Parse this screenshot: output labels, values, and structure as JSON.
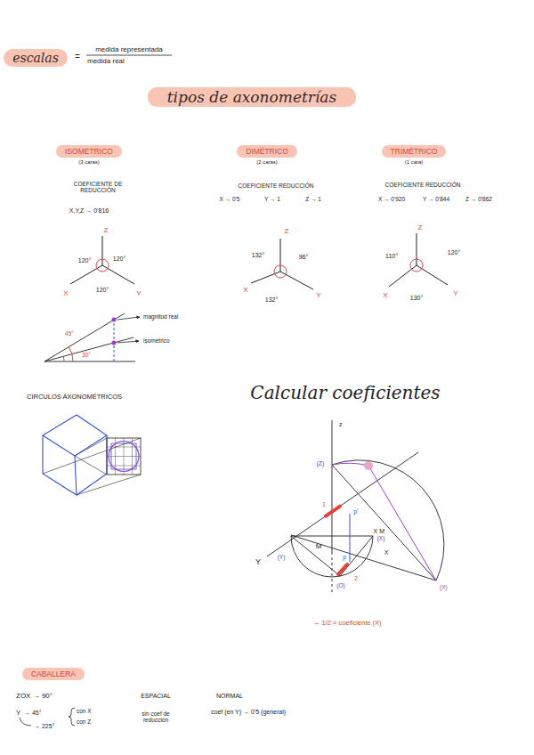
{
  "diagram": {
    "title": "tipos de axonometrías",
    "nodes": [
      {
        "text": [
          "escalas"
        ]
      },
      {
        "text": [
          "ISOMETRICO",
          "(3 caras)"
        ]
      },
      {
        "text": [
          "DIMÉTRICO",
          "(2 caras)"
        ]
      },
      {
        "text": [
          "TRIMÉTRICO",
          "(1 cara)"
        ]
      },
      {
        "text": [
          "CABALLERA"
        ]
      }
    ],
    "labels": [
      "=",
      "medida representada",
      "medida real",
      "COEFICIENTE DE REDUCCIÓN",
      "X,Y,Z → 0'816",
      "Z",
      "X",
      "Y",
      "120°",
      "120°",
      "120°",
      "magnitud real",
      "isométrico",
      "45°",
      "30°",
      "COEFICIENTE REDUCCIÓN",
      "X → 0'5",
      "Y → 1",
      "Z → 1",
      "Z",
      "X",
      "Y",
      "132°",
      "96°",
      "132°",
      "COEFICIENTE REDUCCIÓN",
      "X → 0'920",
      "Y → 0'844",
      "Z → 0'862",
      "Z",
      "X",
      "Y",
      "110°",
      "120°",
      "130°",
      "CIRCULOS AXONOMÉTRICOS",
      "Calcular coeficientes",
      "z",
      "(Z)",
      "Y",
      "(Y)",
      "M",
      "(X)",
      "(O)",
      "p'",
      "p",
      "1",
      "2",
      "X M",
      "X",
      "(X)",
      "→ 1/2 = coeficiente (X)",
      "ZOX → 90°",
      "Y",
      "→ 45°",
      "→ 225°",
      "con X",
      "con Z",
      "ESPACIAL",
      "sin coef de reducción",
      "NORMAL",
      "coef (en Y) → 0'5 (general)"
    ]
  }
}
